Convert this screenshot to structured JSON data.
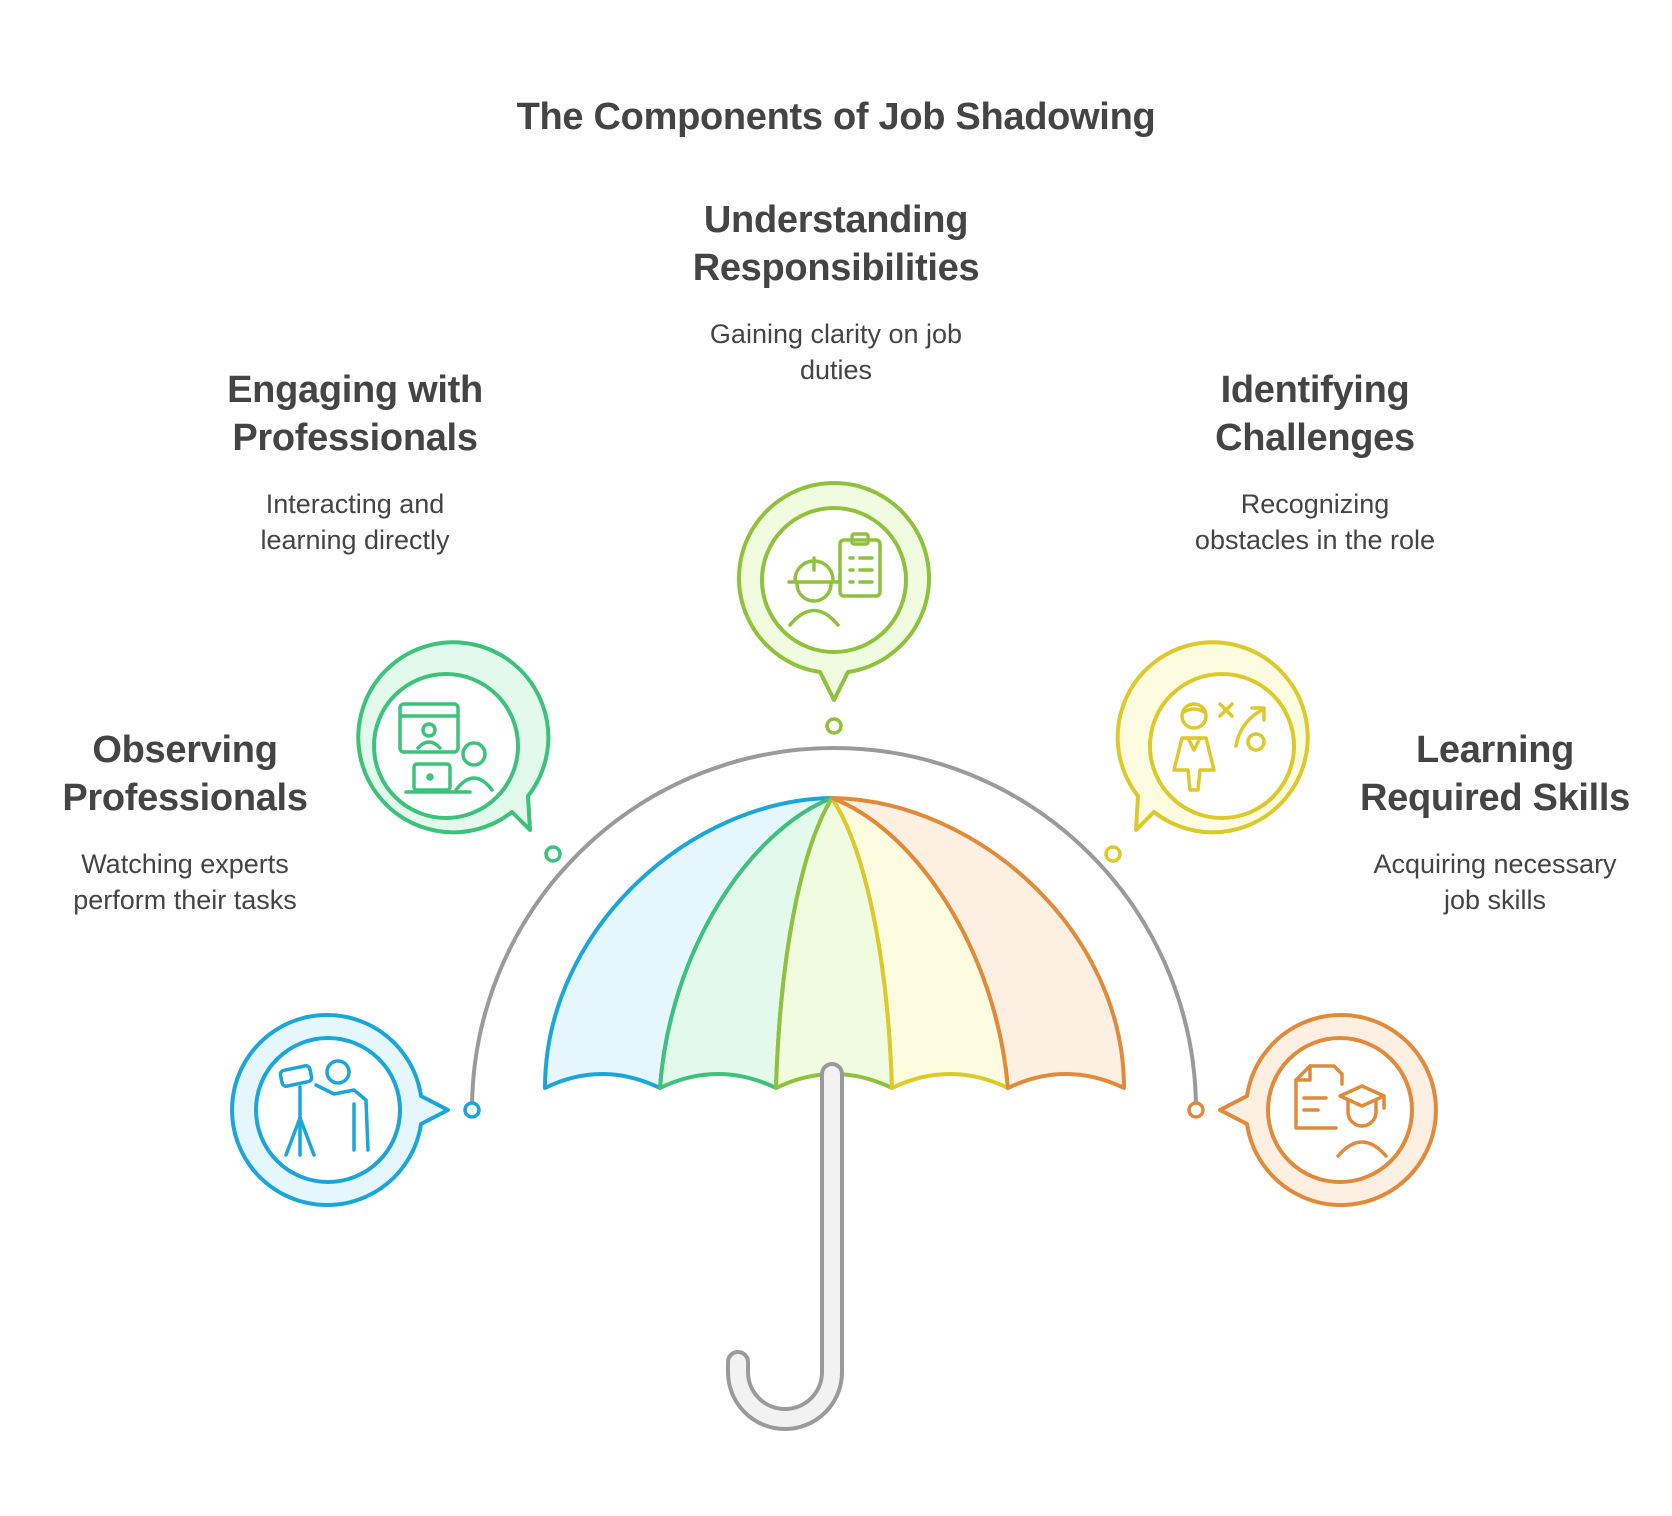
{
  "title": "The Components of Job Shadowing",
  "items": [
    {
      "title_line1": "Observing",
      "title_line2": "Professionals",
      "desc_line1": "Watching experts",
      "desc_line2": "perform their tasks",
      "color": "#1ba6d9",
      "fill": "#e6f6fd",
      "icon": "telescope-observer-icon"
    },
    {
      "title_line1": "Engaging with",
      "title_line2": "Professionals",
      "desc_line1": "Interacting and",
      "desc_line2": "learning directly",
      "color": "#3cc27a",
      "fill": "#e3f9ec",
      "icon": "video-call-laptop-icon"
    },
    {
      "title_line1": "Understanding",
      "title_line2": "Responsibilities",
      "desc_line1": "Gaining clarity on job",
      "desc_line2": "duties",
      "color": "#8fc23c",
      "fill": "#f1fbe0",
      "icon": "worker-clipboard-icon"
    },
    {
      "title_line1": "Identifying",
      "title_line2": "Challenges",
      "desc_line1": "Recognizing",
      "desc_line2": "obstacles in the role",
      "color": "#ddc92a",
      "fill": "#fdfbe0",
      "icon": "strategy-person-icon"
    },
    {
      "title_line1": "Learning",
      "title_line2": "Required Skills",
      "desc_line1": "Acquiring necessary",
      "desc_line2": "job skills",
      "color": "#e08a3a",
      "fill": "#fdf0e3",
      "icon": "document-graduate-icon"
    }
  ],
  "umbrella": {
    "panel_fills": [
      "#e6f6fd",
      "#e3f9ec",
      "#f1fbe0",
      "#fdfbe0",
      "#fdf0e3"
    ],
    "panel_strokes": [
      "#1ba6d9",
      "#3cc27a",
      "#8fc23c",
      "#ddc92a",
      "#e08a3a"
    ],
    "handle_color": "#9a9a9a",
    "arc_color": "#9a9a9a"
  }
}
